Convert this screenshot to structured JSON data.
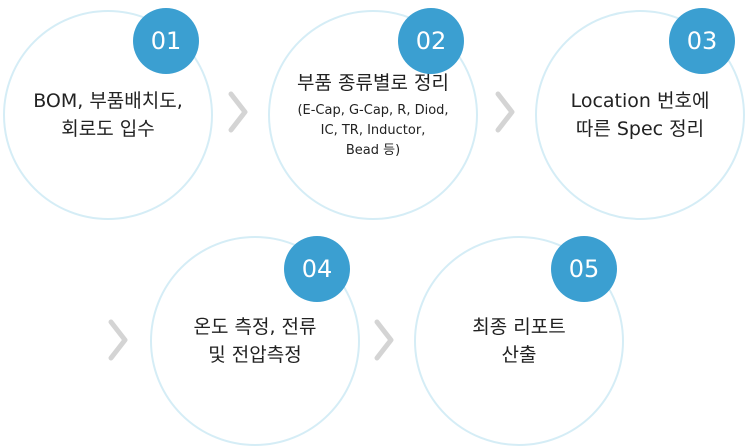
{
  "colors": {
    "badge": "#3b9fd1",
    "ring": "#d5edf6",
    "chevron": "#d4d4d4",
    "text": "#222222"
  },
  "steps": [
    {
      "number": "01",
      "lines": [
        "BOM, 부품배치도,",
        "회로도 입수"
      ],
      "details": []
    },
    {
      "number": "02",
      "lines": [
        "부품 종류별로 정리"
      ],
      "details": [
        "(E-Cap, G-Cap, R, Diod,",
        "IC, TR, Inductor,",
        "Bead 등)"
      ]
    },
    {
      "number": "03",
      "lines": [
        "Location 번호에",
        "따른 Spec 정리"
      ],
      "details": []
    },
    {
      "number": "04",
      "lines": [
        "온도 측정, 전류",
        "및 전압측정"
      ],
      "details": []
    },
    {
      "number": "05",
      "lines": [
        "최종 리포트",
        "산출"
      ],
      "details": []
    }
  ],
  "arrow_icon": "chevron-right-icon"
}
